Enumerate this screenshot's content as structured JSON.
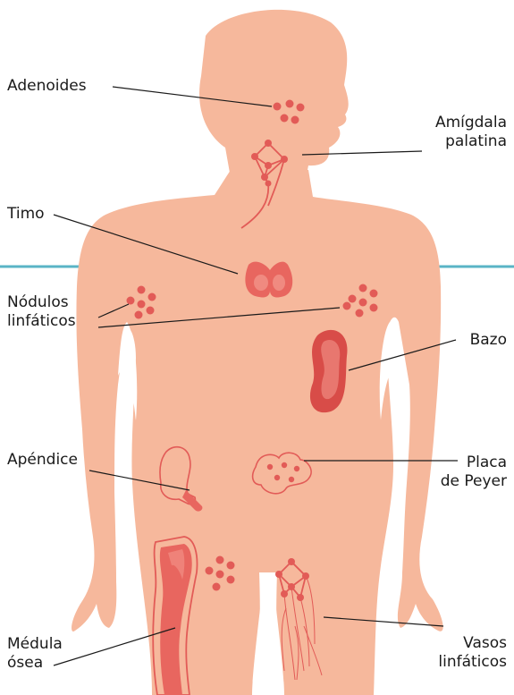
{
  "labels": {
    "adenoides": "Adenoides",
    "amigdala": [
      "Amígdala",
      "palatina"
    ],
    "timo": "Timo",
    "nodulos": [
      "Nódulos",
      "linfáticos"
    ],
    "bazo": "Bazo",
    "apendice": "Apéndice",
    "placa": [
      "Placa",
      "de Peyer"
    ],
    "medula": [
      "Médula",
      "ósea"
    ],
    "vasos": [
      "Vasos",
      "linfáticos"
    ]
  },
  "colors": {
    "skin": "#f6b89c",
    "organ": "#e8665f",
    "organ_dark": "#d84c48",
    "organ_light": "#f08a80",
    "node": "#e25b57",
    "line": "#1a1a1a",
    "teal": "#5ab4c6",
    "white": "#ffffff"
  }
}
